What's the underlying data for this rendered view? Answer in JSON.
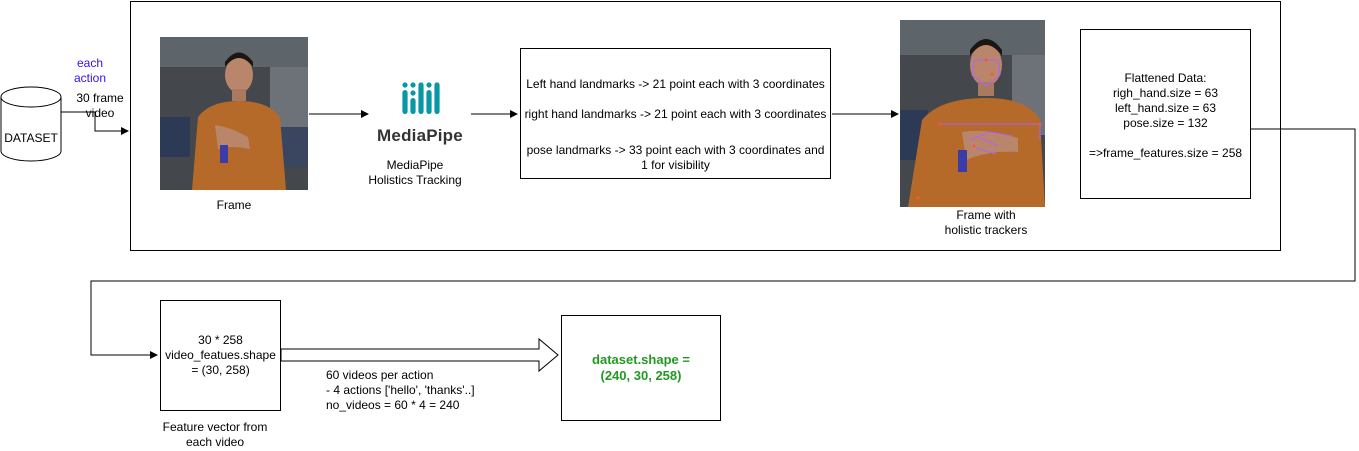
{
  "dataset": {
    "cylinder_label": "DATASET",
    "edge_label_top": "each\naction",
    "edge_label_bottom": "30 frame\nvideo"
  },
  "frame": {
    "caption": "Frame"
  },
  "mediapipe": {
    "logo_text": "MediaPipe",
    "caption": "MediaPipe\nHolistics Tracking"
  },
  "landmarks": {
    "left_hand": "Left hand landmarks -> 21 point each with 3 coordinates",
    "right_hand": "right hand landmarks -> 21 point each with 3 coordinates",
    "pose": "pose landmarks -> 33 point each with 3 coordinates and\n1 for visibility"
  },
  "tracked_frame": {
    "caption": "Frame with\nholistic trackers"
  },
  "flattened": {
    "title": "Flattened Data:",
    "lines": [
      "righ_hand.size = 63",
      "left_hand.size = 63",
      "pose.size = 132"
    ],
    "total": "=>frame_features.size = 258"
  },
  "feature_vector": {
    "text": "30 * 258\nvideo_featues.shape\n= (30, 258)",
    "caption": "Feature vector from\neach video"
  },
  "videos_note": "60 videos per action\n- 4 actions ['hello', 'thanks'..]\nno_videos = 60 * 4 = 240",
  "dataset_shape": {
    "text": "dataset.shape =\n(240, 30, 258)"
  },
  "colors": {
    "accent_label": "#3311ee",
    "result_green": "#229922",
    "mediapipe_teal": "#0a97a5"
  }
}
